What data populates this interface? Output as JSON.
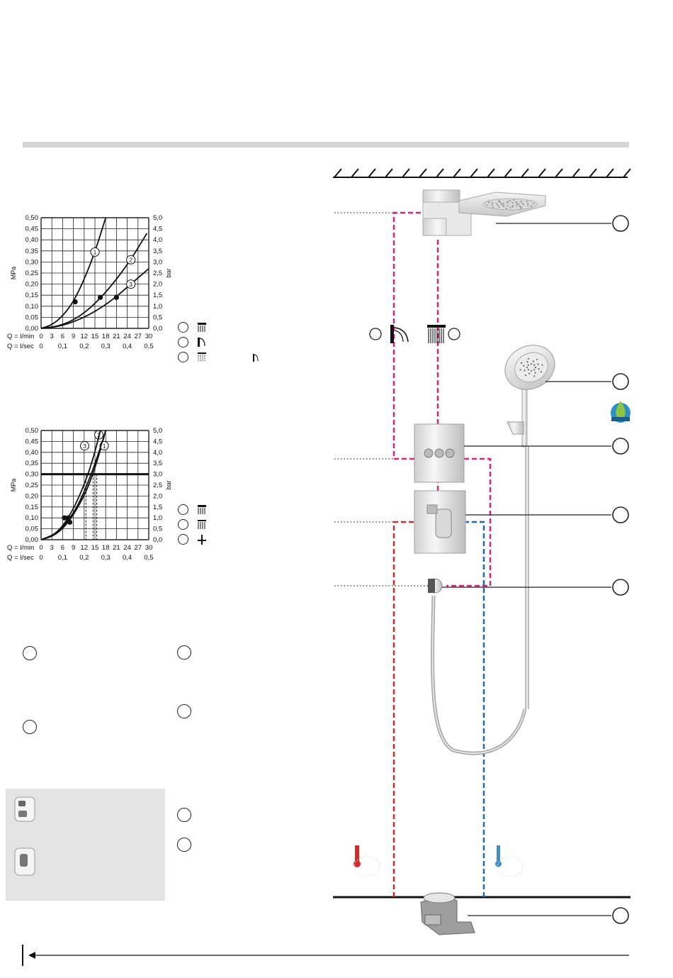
{
  "chart_data": [
    {
      "type": "line",
      "y_left": {
        "label": "MPa",
        "ticks": [
          "0,00",
          "0,05",
          "0,10",
          "0,15",
          "0,20",
          "0,25",
          "0,30",
          "0,35",
          "0,40",
          "0,45",
          "0,50"
        ],
        "range": [
          0,
          0.5
        ]
      },
      "y_right": {
        "label": "bar",
        "ticks": [
          "0,0",
          "0,5",
          "1,0",
          "1,5",
          "2,0",
          "2,5",
          "3,0",
          "3,5",
          "4,0",
          "4,5",
          "5,0"
        ]
      },
      "x_lpm": {
        "label": "Q = l/min",
        "ticks": [
          "0",
          "3",
          "6",
          "9",
          "12",
          "15",
          "18",
          "21",
          "24",
          "27",
          "30"
        ],
        "range": [
          0,
          30
        ]
      },
      "x_lps": {
        "label": "Q = l/sec",
        "ticks": [
          "0",
          "0,1",
          "0,2",
          "0,3",
          "0,4",
          "0,5"
        ]
      },
      "series": [
        {
          "name": "1",
          "points": [
            [
              0,
              0
            ],
            [
              3,
              0.015
            ],
            [
              6,
              0.055
            ],
            [
              9,
              0.12
            ],
            [
              12,
              0.22
            ],
            [
              15,
              0.345
            ],
            [
              18,
              0.5
            ]
          ],
          "marker": [
            9.5,
            0.12
          ]
        },
        {
          "name": "2",
          "points": [
            [
              0,
              0
            ],
            [
              5,
              0.01
            ],
            [
              10,
              0.045
            ],
            [
              15,
              0.11
            ],
            [
              20,
              0.2
            ],
            [
              25,
              0.31
            ],
            [
              29.5,
              0.43
            ]
          ],
          "marker": [
            16.5,
            0.14
          ]
        },
        {
          "name": "3",
          "points": [
            [
              0,
              0
            ],
            [
              5,
              0.008
            ],
            [
              10,
              0.035
            ],
            [
              15,
              0.075
            ],
            [
              20,
              0.13
            ],
            [
              25,
              0.2
            ],
            [
              30,
              0.27
            ]
          ],
          "marker": [
            21,
            0.14
          ]
        }
      ]
    },
    {
      "type": "line",
      "y_left": {
        "label": "MPa",
        "ticks": [
          "0,00",
          "0,05",
          "0,10",
          "0,15",
          "0,20",
          "0,25",
          "0,30",
          "0,35",
          "0,40",
          "0,45",
          "0,50"
        ],
        "range": [
          0,
          0.5
        ]
      },
      "y_right": {
        "label": "bar",
        "ticks": [
          "0,0",
          "0,5",
          "1,0",
          "1,5",
          "2,0",
          "2,5",
          "3,0",
          "3,5",
          "4,0",
          "4,5",
          "5,0"
        ]
      },
      "x_lpm": {
        "label": "Q = l/min",
        "ticks": [
          "0",
          "3",
          "6",
          "9",
          "12",
          "15",
          "18",
          "21",
          "24",
          "27",
          "30"
        ],
        "range": [
          0,
          30
        ]
      },
      "x_lps": {
        "label": "Q = l/sec",
        "ticks": [
          "0",
          "0,1",
          "0,2",
          "0,3",
          "0,4",
          "0,5"
        ]
      },
      "reference_line": 0.3,
      "series": [
        {
          "name": "1",
          "points": [
            [
              0,
              0
            ],
            [
              4,
              0.02
            ],
            [
              8,
              0.085
            ],
            [
              12,
              0.2
            ],
            [
              14,
              0.28
            ],
            [
              16,
              0.38
            ],
            [
              18,
              0.5
            ]
          ],
          "marker": [
            8,
            0.08
          ]
        },
        {
          "name": "2",
          "points": [
            [
              0,
              0
            ],
            [
              4,
              0.025
            ],
            [
              8,
              0.095
            ],
            [
              11,
              0.18
            ],
            [
              14,
              0.3
            ],
            [
              16.5,
              0.42
            ],
            [
              18,
              0.5
            ]
          ],
          "marker": [
            7.5,
            0.1
          ]
        },
        {
          "name": "3",
          "points": [
            [
              0,
              0
            ],
            [
              3,
              0.015
            ],
            [
              6,
              0.06
            ],
            [
              9,
              0.14
            ],
            [
              12,
              0.25
            ],
            [
              14.5,
              0.37
            ],
            [
              16.5,
              0.5
            ]
          ],
          "marker": [
            6.5,
            0.1
          ]
        }
      ]
    }
  ],
  "callouts": [
    "1",
    "2",
    "3"
  ],
  "colors": {
    "hot": "#d52a2a",
    "cold": "#1f6aa8",
    "outlet": "#d6247c",
    "grid": "#222222"
  }
}
